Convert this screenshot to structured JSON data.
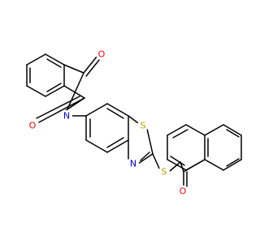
{
  "colors": {
    "bond": "#000000",
    "oxygen": "#ff0000",
    "nitrogen": "#0000ff",
    "sulfur": "#b8a000",
    "background": "#ffffff"
  },
  "atoms": {
    "o_imide_top": "O",
    "o_imide_bottom": "O",
    "n_imide": "N",
    "s_thiazole": "S",
    "n_thiazole": "N",
    "s_thioether": "S",
    "o_ketone": "O"
  }
}
